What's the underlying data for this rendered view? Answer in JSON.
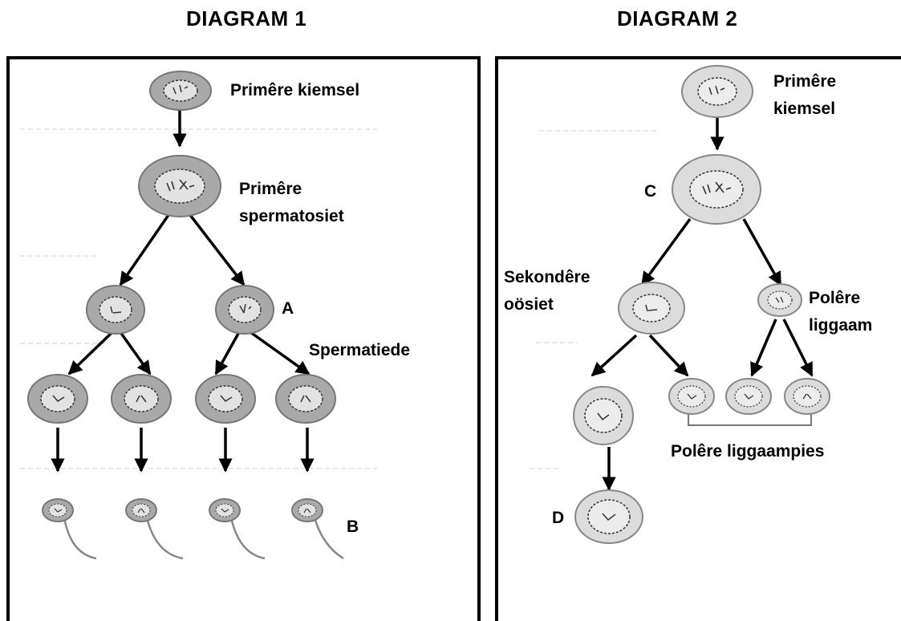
{
  "diagram1": {
    "title": "DIAGRAM 1",
    "labels": {
      "primary_germ_cell": "Primêre kiemsel",
      "primary_spermatocyte_line1": "Primêre",
      "primary_spermatocyte_line2": "spermatosiet",
      "spermatids": "Spermatiede",
      "letter_a": "A",
      "letter_b": "B"
    }
  },
  "diagram2": {
    "title": "DIAGRAM 2",
    "labels": {
      "primary_germ_cell_line1": "Primêre",
      "primary_germ_cell_line2": "kiemsel",
      "secondary_oocyte_line1": "Sekondêre",
      "secondary_oocyte_line2": "oösiet",
      "polar_body_line1": "Polêre",
      "polar_body_line2": "liggaam",
      "polar_bodies": "Polêre liggaampies",
      "letter_c": "C",
      "letter_d": "D"
    }
  },
  "colors": {
    "sperm_cell_fill": "#a9a9a9",
    "sperm_nucleus_fill": "#e2e2e2",
    "egg_cell_fill": "#dcdcdc",
    "egg_nucleus_fill": "#ececec",
    "border": "#000000"
  }
}
